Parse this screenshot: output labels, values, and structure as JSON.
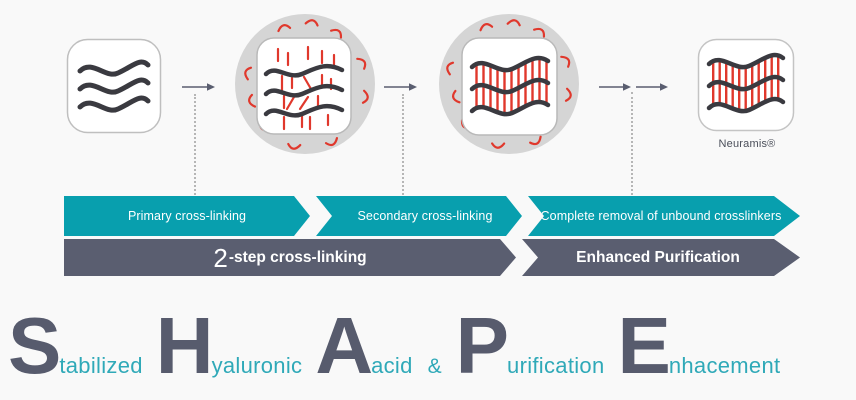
{
  "colors": {
    "background": "#f9f9f9",
    "teal_banner": "#089fae",
    "dark_banner": "#5a5e70",
    "crosslinker_red": "#e0382c",
    "circle_gray": "#d5d5d5",
    "strand_dark": "#3a3a40",
    "acronym_big": "#575b6d",
    "acronym_small_teal": "#2fa9b8"
  },
  "stages": [
    {
      "name": "hyaluronic-acid-strands"
    },
    {
      "name": "primary-crosslinking-mixture"
    },
    {
      "name": "secondary-crosslinked-gel"
    },
    {
      "name": "purified-final-product",
      "caption": "Neuramis®"
    }
  ],
  "step_banner": {
    "items": [
      {
        "label": "Primary cross-linking"
      },
      {
        "label": "Secondary cross-linking"
      },
      {
        "label": "Complete removal of unbound crosslinkers"
      }
    ]
  },
  "phase_banner": {
    "items": [
      {
        "number": "2",
        "label": "-step cross-linking"
      },
      {
        "label": "Enhanced Purification"
      }
    ]
  },
  "acronym": {
    "s_big": "S",
    "s_rest": "tabilized",
    "h_big": "H",
    "h_rest": "yaluronic",
    "a_big": "A",
    "a_rest": "acid",
    "ampersand": "&",
    "p_big": "P",
    "p_rest": "urification",
    "e_big": "E",
    "e_rest": "nhacement"
  }
}
